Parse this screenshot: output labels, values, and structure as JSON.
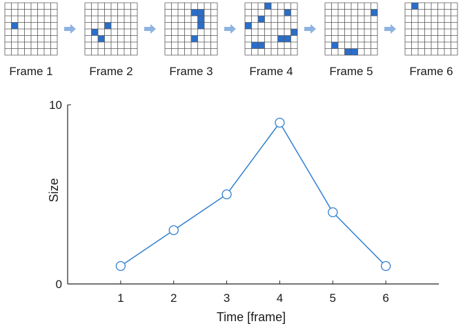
{
  "colors": {
    "cell_fill": "#2a6ec9",
    "grid_line": "#555555",
    "arrow": "#8fb3e0",
    "series": "#2f7fd0"
  },
  "frames": [
    {
      "label": "Frame 1",
      "cells": [
        [
          1,
          3
        ]
      ]
    },
    {
      "label": "Frame 2",
      "cells": [
        [
          3,
          3
        ],
        [
          1,
          4
        ],
        [
          2,
          5
        ]
      ]
    },
    {
      "label": "Frame 3",
      "cells": [
        [
          4,
          1
        ],
        [
          5,
          1
        ],
        [
          5,
          2
        ],
        [
          5,
          3
        ],
        [
          4,
          5
        ]
      ]
    },
    {
      "label": "Frame 4",
      "cells": [
        [
          3,
          0
        ],
        [
          6,
          1
        ],
        [
          2,
          2
        ],
        [
          0,
          3
        ],
        [
          7,
          4
        ],
        [
          5,
          5
        ],
        [
          6,
          5
        ],
        [
          1,
          6
        ],
        [
          2,
          6
        ]
      ]
    },
    {
      "label": "Frame 5",
      "cells": [
        [
          7,
          1
        ],
        [
          1,
          6
        ],
        [
          3,
          7
        ],
        [
          4,
          7
        ]
      ]
    },
    {
      "label": "Frame 6",
      "cells": [
        [
          1,
          0
        ]
      ]
    }
  ],
  "chart_data": {
    "type": "line",
    "x": [
      1,
      2,
      3,
      4,
      5,
      6
    ],
    "series": [
      {
        "values": [
          1,
          3,
          5,
          9,
          4,
          1
        ]
      }
    ],
    "xlabel": "Time [frame]",
    "ylabel": "Size",
    "xlim": [
      0,
      7
    ],
    "ylim": [
      0,
      10
    ],
    "xticks": [
      "1",
      "2",
      "3",
      "4",
      "5",
      "6"
    ],
    "yticks": [
      "0",
      "10"
    ],
    "marker": "open-circle",
    "grid": false
  }
}
